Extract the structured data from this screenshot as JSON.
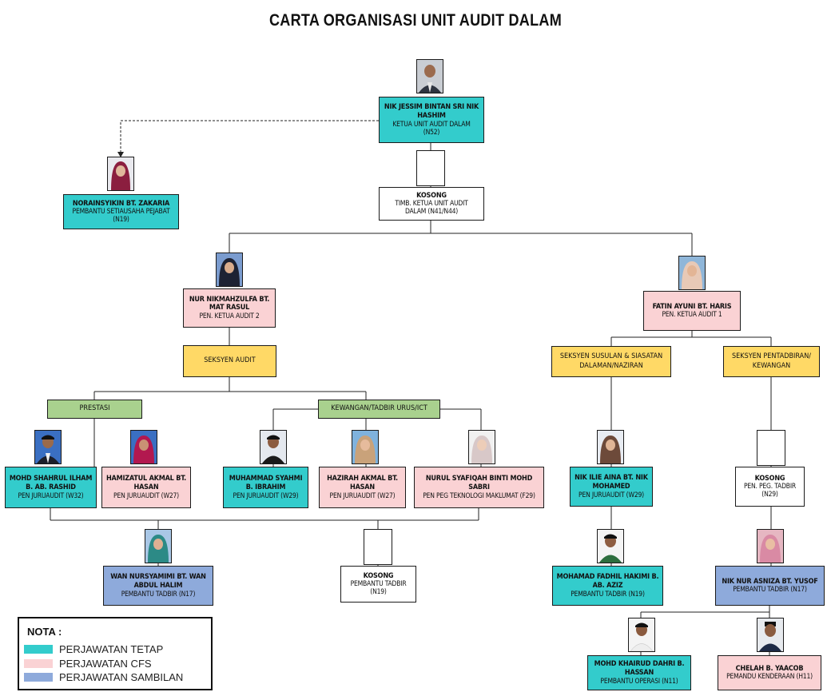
{
  "title": "CARTA ORGANISASI UNIT AUDIT DALAM",
  "colors": {
    "tetap": "#33cccc",
    "cfs": "#fad2d4",
    "sambilan": "#8eaadb",
    "section_yellow": "#ffd966",
    "section_green": "#a9d18e"
  },
  "nodes": {
    "ketua": {
      "name": "NIK JESSIM BINTAN SRI NIK HASHIM",
      "pos1": "KETUA UNIT AUDIT DALAM",
      "pos2": "(N52)"
    },
    "timb": {
      "name": "KOSONG",
      "pos1": "TIMB. KETUA UNIT AUDIT",
      "pos2": "DALAM (N41/N44)"
    },
    "pso": {
      "name": "NORAINSYIKIN BT. ZAKARIA",
      "pos1": "PEMBANTU SETIAUSAHA PEJABAT",
      "pos2": "(N19)"
    },
    "pka2": {
      "name": "NUR NIKMAHZULFA BT. MAT RASUL",
      "pos1": "PEN. KETUA AUDIT 2"
    },
    "pka1": {
      "name": "FATIN AYUNI BT. HARIS",
      "pos1": "PEN. KETUA AUDIT 1"
    },
    "shahrul": {
      "name": "MOHD SHAHRUL ILHAM B. AB. RASHID",
      "pos1": "PEN JURUAUDIT (W32)"
    },
    "hamizatul": {
      "name": "HAMIZATUL AKMAL BT. HASAN",
      "pos1": "PEN JURUAUDIT (W27)"
    },
    "syahmi": {
      "name": "MUHAMMAD SYAHMI B. IBRAHIM",
      "pos1": "PEN JURUAUDIT (W29)"
    },
    "hazirah": {
      "name": "HAZIRAH AKMAL BT. HASAN",
      "pos1": "PEN JURUAUDIT (W27)"
    },
    "syafiqah": {
      "name": "NURUL SYAFIQAH BINTI MOHD SABRI",
      "pos1": "PEN PEG TEKNOLOGI MAKLUMAT (F29)"
    },
    "iliea": {
      "name": "NIK ILIE AINA BT. NIK MOHAMED",
      "pos1": "PEN JURUAUDIT (W29)"
    },
    "kosong_pt": {
      "name": "KOSONG",
      "pos1": "PEN. PEG. TADBIR",
      "pos2": "(N29)"
    },
    "wan": {
      "name": "WAN NURSYAMIMI BT. WAN ABDUL HALIM",
      "pos1": "PEMBANTU TADBIR (N17)"
    },
    "kosong_pb": {
      "name": "KOSONG",
      "pos1": "PEMBANTU TADBIR",
      "pos2": "(N19)"
    },
    "fadhil": {
      "name": "MOHAMAD FADHIL HAKIMI B. AB. AZIZ",
      "pos1": "PEMBANTU TADBIR (N19)"
    },
    "asniza": {
      "name": "NIK NUR ASNIZA BT. YUSOF",
      "pos1": "PEMBANTU TADBIR (N17)"
    },
    "khairud": {
      "name": "MOHD KHAIRUD DAHRI B. HASSAN",
      "pos1": "PEMBANTU OPERASI (N11)"
    },
    "chelah": {
      "name": "CHELAH B. YAACOB",
      "pos1": "PEMANDU KENDERAAN (H11)"
    }
  },
  "sections": {
    "seksyen_audit": "SEKSYEN AUDIT",
    "prestasi": "PRESTASI",
    "kewangan": "KEWANGAN/TADBIR URUS/ICT",
    "susulan": "SEKSYEN SUSULAN & SIASATAN DALAMAN/NAZIRAN",
    "pentadbiran": "SEKSYEN PENTADBIRAN/ KEWANGAN"
  },
  "legend": {
    "title": "NOTA :",
    "items": [
      {
        "label": "PERJAWATAN TETAP",
        "color": "#33cccc"
      },
      {
        "label": "PERJAWATAN CFS",
        "color": "#fad2d4"
      },
      {
        "label": "PERJAWATAN SAMBILAN",
        "color": "#8eaadb"
      }
    ]
  }
}
